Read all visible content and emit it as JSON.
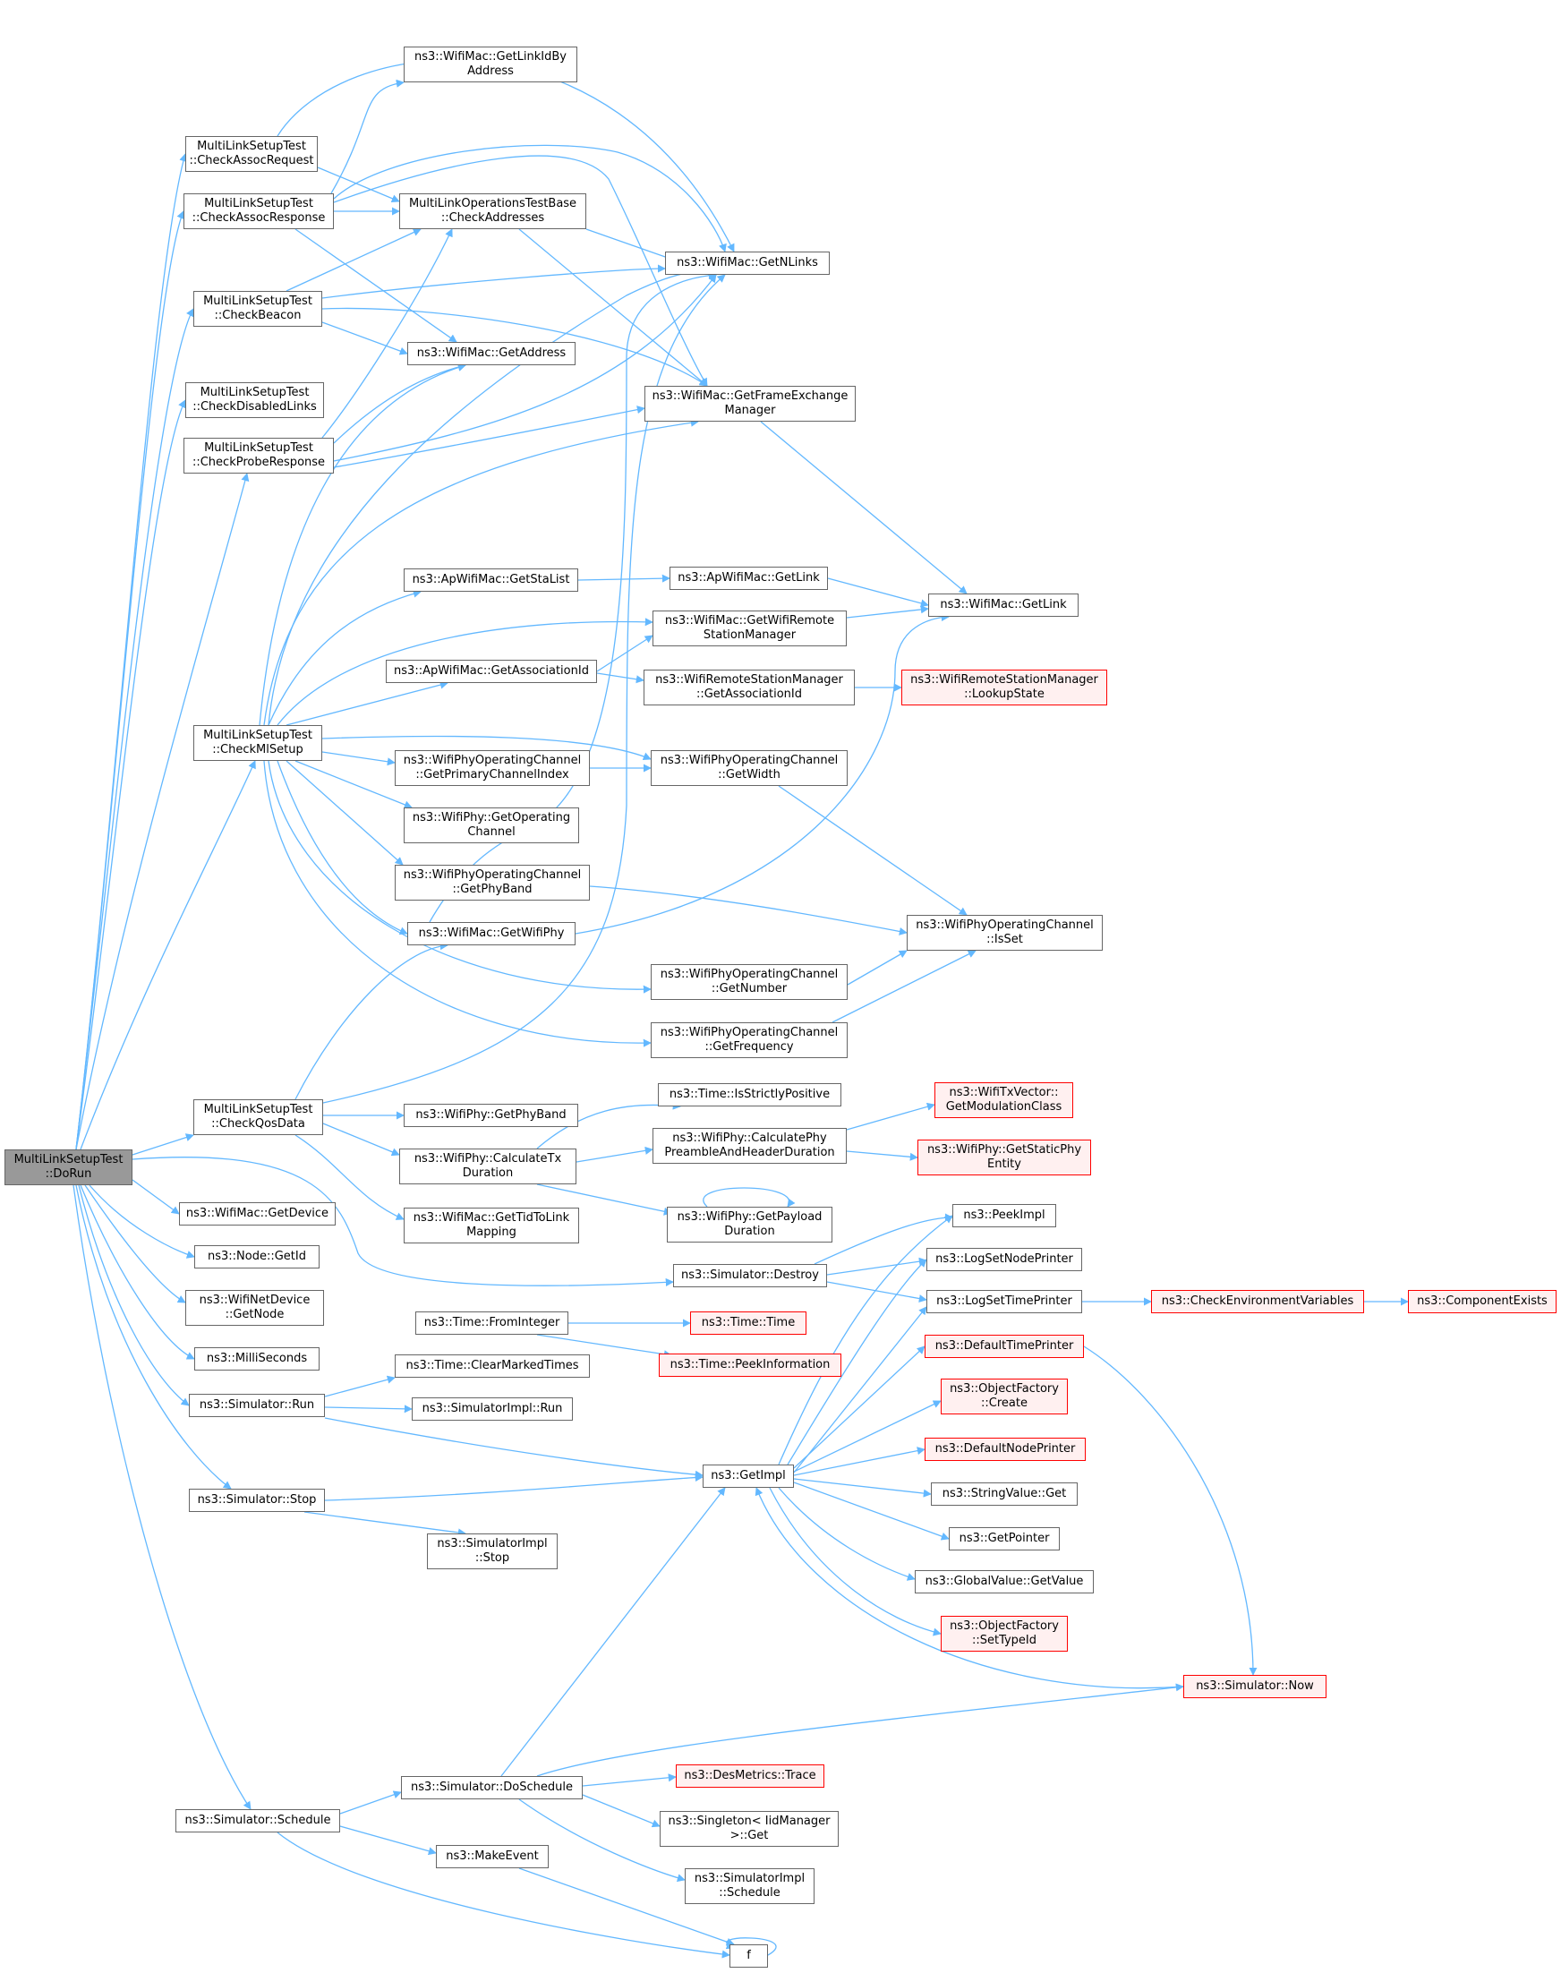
{
  "colors": {
    "edge": "#63b8ff",
    "node_border": "#666666",
    "highlight_border": "#ff0000",
    "highlight_fill": "#fff0f0",
    "root_fill": "#999999"
  },
  "nodes": {
    "dorun": {
      "lines": [
        "MultiLinkSetupTest",
        "::DoRun"
      ]
    },
    "check_assoc_request": {
      "lines": [
        "MultiLinkSetupTest",
        "::CheckAssocRequest"
      ]
    },
    "check_assoc_response": {
      "lines": [
        "MultiLinkSetupTest",
        "::CheckAssocResponse"
      ]
    },
    "check_beacon": {
      "lines": [
        "MultiLinkSetupTest",
        "::CheckBeacon"
      ]
    },
    "check_disabled_links": {
      "lines": [
        "MultiLinkSetupTest",
        "::CheckDisabledLinks"
      ]
    },
    "check_probe_response": {
      "lines": [
        "MultiLinkSetupTest",
        "::CheckProbeResponse"
      ]
    },
    "check_ml_setup": {
      "lines": [
        "MultiLinkSetupTest",
        "::CheckMlSetup"
      ]
    },
    "check_qos_data": {
      "lines": [
        "MultiLinkSetupTest",
        "::CheckQosData"
      ]
    },
    "get_device": {
      "lines": [
        "ns3::WifiMac::GetDevice"
      ]
    },
    "node_get_id": {
      "lines": [
        "ns3::Node::GetId"
      ]
    },
    "get_node": {
      "lines": [
        "ns3::WifiNetDevice",
        "::GetNode"
      ]
    },
    "milliseconds": {
      "lines": [
        "ns3::MilliSeconds"
      ]
    },
    "sim_run": {
      "lines": [
        "ns3::Simulator::Run"
      ]
    },
    "sim_stop": {
      "lines": [
        "ns3::Simulator::Stop"
      ]
    },
    "sim_schedule": {
      "lines": [
        "ns3::Simulator::Schedule"
      ]
    },
    "get_link_id_by_address": {
      "lines": [
        "ns3::WifiMac::GetLinkIdBy",
        "Address"
      ]
    },
    "check_addresses": {
      "lines": [
        "MultiLinkOperationsTestBase",
        "::CheckAddresses"
      ]
    },
    "get_address": {
      "lines": [
        "ns3::WifiMac::GetAddress"
      ]
    },
    "get_sta_list": {
      "lines": [
        "ns3::ApWifiMac::GetStaList"
      ]
    },
    "get_association_id": {
      "lines": [
        "ns3::ApWifiMac::GetAssociationId"
      ]
    },
    "get_primary_channel_index": {
      "lines": [
        "ns3::WifiPhyOperatingChannel",
        "::GetPrimaryChannelIndex"
      ]
    },
    "get_operating_channel": {
      "lines": [
        "ns3::WifiPhy::GetOperating",
        "Channel"
      ]
    },
    "op_get_phy_band": {
      "lines": [
        "ns3::WifiPhyOperatingChannel",
        "::GetPhyBand"
      ]
    },
    "get_wifi_phy": {
      "lines": [
        "ns3::WifiMac::GetWifiPhy"
      ]
    },
    "phy_get_phy_band": {
      "lines": [
        "ns3::WifiPhy::GetPhyBand"
      ]
    },
    "calculate_tx_duration": {
      "lines": [
        "ns3::WifiPhy::CalculateTx",
        "Duration"
      ]
    },
    "get_tid_to_link_mapping": {
      "lines": [
        "ns3::WifiMac::GetTidToLink",
        "Mapping"
      ]
    },
    "time_from_integer": {
      "lines": [
        "ns3::Time::FromInteger"
      ]
    },
    "clear_marked_times": {
      "lines": [
        "ns3::Time::ClearMarkedTimes"
      ]
    },
    "simimpl_run": {
      "lines": [
        "ns3::SimulatorImpl::Run"
      ]
    },
    "simimpl_stop": {
      "lines": [
        "ns3::SimulatorImpl",
        "::Stop"
      ]
    },
    "do_schedule": {
      "lines": [
        "ns3::Simulator::DoSchedule"
      ]
    },
    "make_event": {
      "lines": [
        "ns3::MakeEvent"
      ]
    },
    "get_n_links": {
      "lines": [
        "ns3::WifiMac::GetNLinks"
      ]
    },
    "get_frame_exchange_manager": {
      "lines": [
        "ns3::WifiMac::GetFrameExchange",
        "Manager"
      ]
    },
    "ap_get_link": {
      "lines": [
        "ns3::ApWifiMac::GetLink"
      ]
    },
    "get_wifi_remote_station_manager": {
      "lines": [
        "ns3::WifiMac::GetWifiRemote",
        "StationManager"
      ]
    },
    "wrsm_get_association_id": {
      "lines": [
        "ns3::WifiRemoteStationManager",
        "::GetAssociationId"
      ]
    },
    "op_get_width": {
      "lines": [
        "ns3::WifiPhyOperatingChannel",
        "::GetWidth"
      ]
    },
    "op_get_number": {
      "lines": [
        "ns3::WifiPhyOperatingChannel",
        "::GetNumber"
      ]
    },
    "op_get_frequency": {
      "lines": [
        "ns3::WifiPhyOperatingChannel",
        "::GetFrequency"
      ]
    },
    "is_strictly_positive": {
      "lines": [
        "ns3::Time::IsStrictlyPositive"
      ]
    },
    "calc_preamble_header": {
      "lines": [
        "ns3::WifiPhy::CalculatePhy",
        "PreambleAndHeaderDuration"
      ]
    },
    "get_payload_duration": {
      "lines": [
        "ns3::WifiPhy::GetPayload",
        "Duration"
      ]
    },
    "sim_destroy": {
      "lines": [
        "ns3::Simulator::Destroy"
      ]
    },
    "time_time": {
      "lines": [
        "ns3::Time::Time"
      ]
    },
    "peek_information": {
      "lines": [
        "ns3::Time::PeekInformation"
      ]
    },
    "get_impl": {
      "lines": [
        "ns3::GetImpl"
      ]
    },
    "des_metrics_trace": {
      "lines": [
        "ns3::DesMetrics::Trace"
      ]
    },
    "singleton_get": {
      "lines": [
        "ns3::Singleton< IidManager",
        " >::Get"
      ]
    },
    "simimpl_schedule": {
      "lines": [
        "ns3::SimulatorImpl",
        "::Schedule"
      ]
    },
    "f": {
      "lines": [
        "f"
      ]
    },
    "mac_get_link": {
      "lines": [
        "ns3::WifiMac::GetLink"
      ]
    },
    "lookup_state": {
      "lines": [
        "ns3::WifiRemoteStationManager",
        "::LookupState"
      ]
    },
    "is_set": {
      "lines": [
        "ns3::WifiPhyOperatingChannel",
        "::IsSet"
      ]
    },
    "get_modulation_class": {
      "lines": [
        "ns3::WifiTxVector::",
        "GetModulationClass"
      ]
    },
    "get_static_phy_entity": {
      "lines": [
        "ns3::WifiPhy::GetStaticPhy",
        "Entity"
      ]
    },
    "peek_impl": {
      "lines": [
        "ns3::PeekImpl"
      ]
    },
    "log_set_node_printer": {
      "lines": [
        "ns3::LogSetNodePrinter"
      ]
    },
    "log_set_time_printer": {
      "lines": [
        "ns3::LogSetTimePrinter"
      ]
    },
    "default_time_printer": {
      "lines": [
        "ns3::DefaultTimePrinter"
      ]
    },
    "object_factory_create": {
      "lines": [
        "ns3::ObjectFactory",
        "::Create"
      ]
    },
    "default_node_printer": {
      "lines": [
        "ns3::DefaultNodePrinter"
      ]
    },
    "string_value_get": {
      "lines": [
        "ns3::StringValue::Get"
      ]
    },
    "get_pointer": {
      "lines": [
        "ns3::GetPointer"
      ]
    },
    "global_value_get_value": {
      "lines": [
        "ns3::GlobalValue::GetValue"
      ]
    },
    "object_factory_set_type_id": {
      "lines": [
        "ns3::ObjectFactory",
        "::SetTypeId"
      ]
    },
    "sim_now": {
      "lines": [
        "ns3::Simulator::Now"
      ]
    },
    "check_environment_variables": {
      "lines": [
        "ns3::CheckEnvironmentVariables"
      ]
    },
    "component_exists": {
      "lines": [
        "ns3::ComponentExists"
      ]
    }
  }
}
